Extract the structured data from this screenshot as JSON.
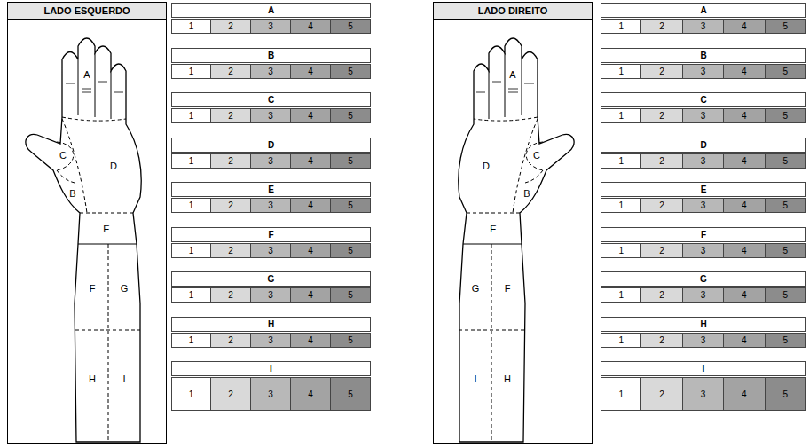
{
  "diagram": {
    "nodes": [
      {
        "text": [
          "LADO ESQUERDO"
        ]
      },
      {
        "text": [
          "LADO DIREITO"
        ]
      }
    ],
    "labels": [
      "A",
      "C",
      "D",
      "B",
      "E",
      "F",
      "G",
      "H",
      "I",
      "A",
      "1",
      "2",
      "3",
      "4",
      "5",
      "B",
      "1",
      "2",
      "3",
      "4",
      "5",
      "C",
      "1",
      "2",
      "3",
      "4",
      "5",
      "D",
      "1",
      "2",
      "3",
      "4",
      "5",
      "E",
      "1",
      "2",
      "3",
      "4",
      "5",
      "F",
      "1",
      "2",
      "3",
      "4",
      "5",
      "G",
      "1",
      "2",
      "3",
      "4",
      "5",
      "H",
      "1",
      "2",
      "3",
      "4",
      "5",
      "I",
      "1",
      "2",
      "3",
      "4",
      "5",
      "A",
      "D",
      "C",
      "B",
      "E",
      "G",
      "F",
      "I",
      "H",
      "A",
      "1",
      "2",
      "3",
      "4",
      "5",
      "B",
      "1",
      "2",
      "3",
      "4",
      "5",
      "C",
      "1",
      "2",
      "3",
      "4",
      "5",
      "D",
      "1",
      "2",
      "3",
      "4",
      "5",
      "E",
      "1",
      "2",
      "3",
      "4",
      "5",
      "F",
      "1",
      "2",
      "3",
      "4",
      "5",
      "G",
      "1",
      "2",
      "3",
      "4",
      "5",
      "H",
      "1",
      "2",
      "3",
      "4",
      "5",
      "I",
      "1",
      "2",
      "3",
      "4",
      "5"
    ]
  }
}
